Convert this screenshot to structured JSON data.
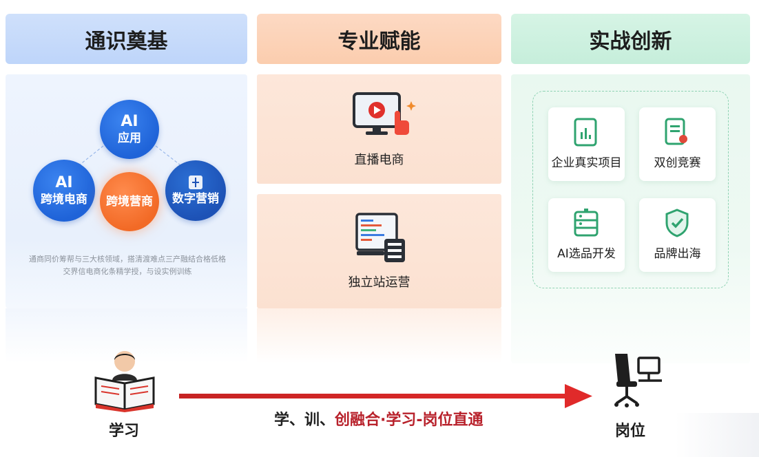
{
  "columns": {
    "foundation": {
      "title": "通识奠基"
    },
    "specialty": {
      "title": "专业赋能"
    },
    "practice": {
      "title": "实战创新"
    }
  },
  "foundation": {
    "circles": {
      "ai_app": {
        "line1": "AI",
        "line2": "应用"
      },
      "ai_ecom": {
        "line1": "AI",
        "line2": "跨境电商"
      },
      "marketing": {
        "line1": "跨境营商"
      },
      "digital": {
        "line1": "数字营销"
      }
    },
    "description_line1": "通商同价筹帮与三大核领域，搭清渡难点三产融结合格低格",
    "description_line2": "交界信电商化条精学授，与设实例训练"
  },
  "specialty": {
    "cards": [
      {
        "label": "直播电商",
        "icon": "live-streaming-monitor-icon"
      },
      {
        "label": "独立站运营",
        "icon": "website-code-icon"
      }
    ]
  },
  "practice": {
    "tiles": [
      {
        "label": "企业真实项目",
        "icon": "chart-document-icon"
      },
      {
        "label": "双创竞赛",
        "icon": "award-document-icon"
      },
      {
        "label": "AI选品开发",
        "icon": "server-stack-icon"
      },
      {
        "label": "品牌出海",
        "icon": "shield-check-icon"
      }
    ]
  },
  "flow": {
    "start_label": "学习",
    "end_label": "岗位",
    "caption_prefix": "学、训、",
    "caption_red": "创融合·学习-岗位直通",
    "start_icon": "person-reading-book-icon",
    "end_icon": "office-chair-desk-icon",
    "arrow_color": "#d92525"
  },
  "colors": {
    "blue_header": "#c6dafb",
    "orange_header": "#fbd2b6",
    "green_header": "#cdf1df",
    "accent_red": "#b8212b",
    "circle_blue": "#1f63d8",
    "circle_orange": "#f26a26"
  }
}
